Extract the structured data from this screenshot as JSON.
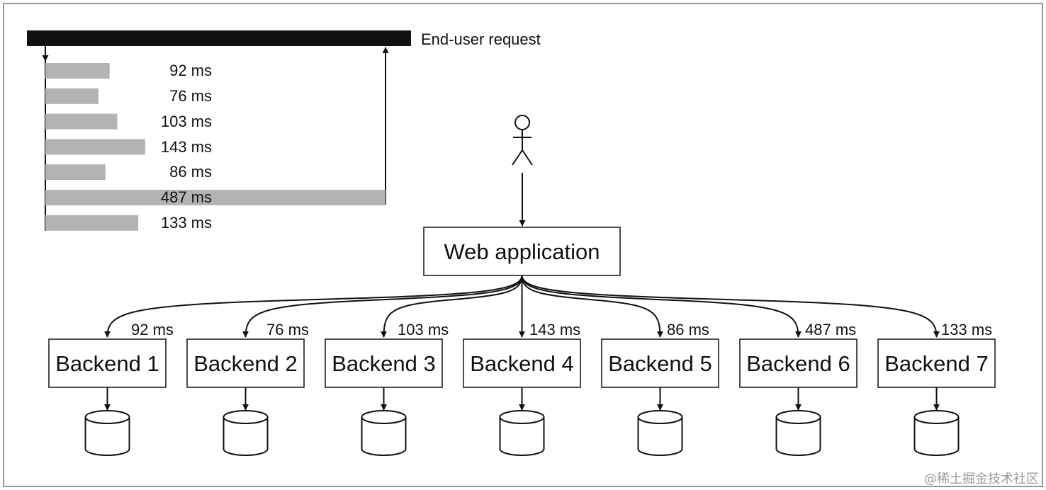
{
  "diagram": {
    "end_user_label": "End-user request",
    "timings": [
      {
        "label": "92 ms",
        "value": 92
      },
      {
        "label": "76 ms",
        "value": 76
      },
      {
        "label": "103 ms",
        "value": 103
      },
      {
        "label": "143 ms",
        "value": 143
      },
      {
        "label": "86 ms",
        "value": 86
      },
      {
        "label": "487 ms",
        "value": 487
      },
      {
        "label": "133 ms",
        "value": 133
      }
    ],
    "web_app_label": "Web application",
    "backends": [
      {
        "label": "Backend 1",
        "latency": "92 ms"
      },
      {
        "label": "Backend 2",
        "latency": "76 ms"
      },
      {
        "label": "Backend 3",
        "latency": "103 ms"
      },
      {
        "label": "Backend 4",
        "latency": "143 ms"
      },
      {
        "label": "Backend 5",
        "latency": "86 ms"
      },
      {
        "label": "Backend 6",
        "latency": "487 ms"
      },
      {
        "label": "Backend 7",
        "latency": "133 ms"
      }
    ],
    "watermark": "@稀土掘金技术社区",
    "colors": {
      "request_bar": "#111111",
      "timing_bar": "#b3b3b3",
      "stroke": "#111111"
    }
  }
}
